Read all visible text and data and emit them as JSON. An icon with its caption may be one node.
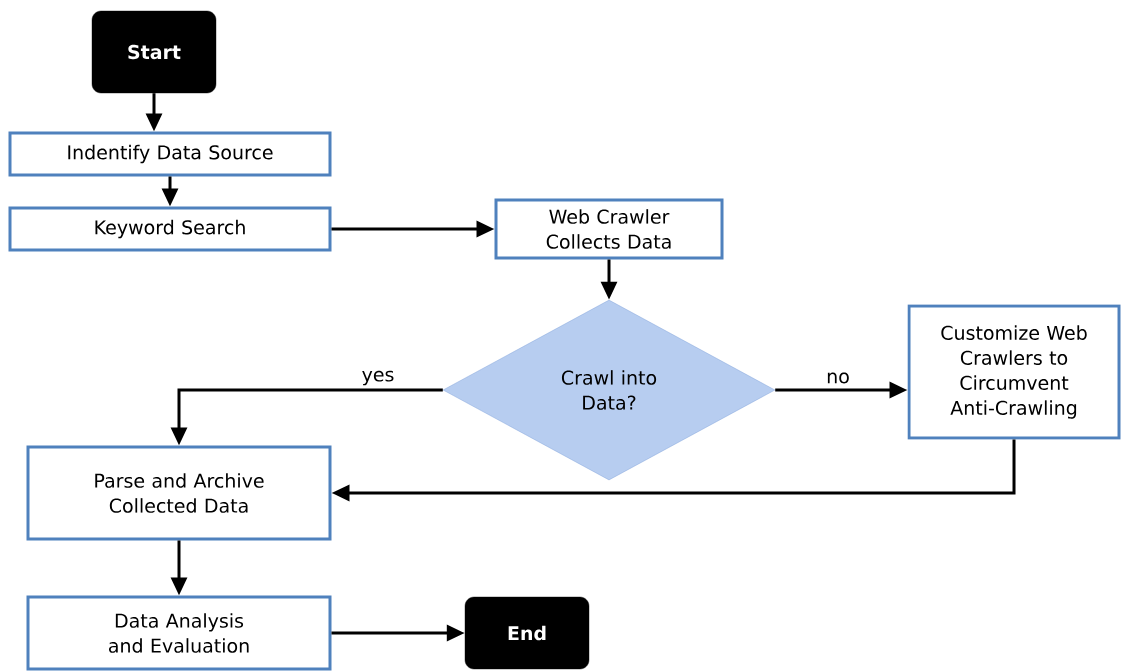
{
  "diagram": {
    "nodes": [
      {
        "text": [
          "Start"
        ]
      },
      {
        "text": [
          "Indentify Data Source"
        ]
      },
      {
        "text": [
          "Keyword Search"
        ]
      },
      {
        "text": [
          "Web Crawler Collects Data"
        ]
      },
      {
        "text": [
          "Crawl into Data?"
        ]
      },
      {
        "text": [
          "Customize Web Crawlers to Circumvent Anti-Crawling"
        ]
      },
      {
        "text": [
          "Parse and Archive Collected Data"
        ]
      },
      {
        "text": [
          "Data Analysis and Evaluation"
        ]
      },
      {
        "text": [
          "End"
        ]
      }
    ],
    "edges": [
      {
        "from": 0,
        "to": 1,
        "arrow": "to"
      },
      {
        "from": 1,
        "to": 2,
        "arrow": "to"
      },
      {
        "from": 2,
        "to": 3,
        "arrow": "to"
      },
      {
        "from": 3,
        "to": 4,
        "arrow": "to"
      },
      {
        "from": 4,
        "to": 6,
        "arrow": "to",
        "label": "yes"
      },
      {
        "from": 4,
        "to": 5,
        "arrow": "to",
        "label": "no"
      },
      {
        "from": 5,
        "to": 6,
        "arrow": "to"
      },
      {
        "from": 6,
        "to": 7,
        "arrow": "to"
      },
      {
        "from": 7,
        "to": 8,
        "arrow": "to"
      }
    ]
  }
}
